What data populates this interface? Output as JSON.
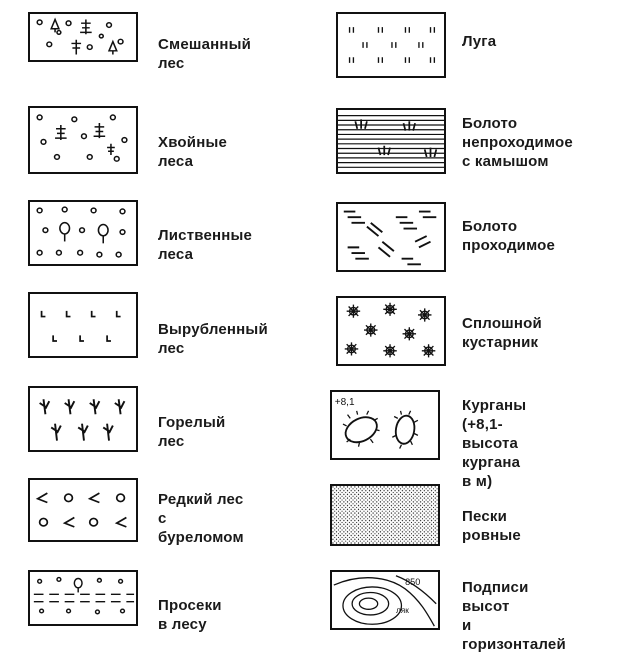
{
  "left": [
    {
      "key": "mixed",
      "label": "Смешанный лес",
      "icon": "mixed-forest-symbol"
    },
    {
      "key": "conifer",
      "label": "Хвойные леса",
      "icon": "coniferous-forest-symbol"
    },
    {
      "key": "deciduous",
      "label": "Лиственные леса",
      "icon": "deciduous-forest-symbol"
    },
    {
      "key": "cut",
      "label": "Вырубленный лес",
      "icon": "cut-forest-symbol"
    },
    {
      "key": "burnt",
      "label": "Горелый лес",
      "icon": "burnt-forest-symbol"
    },
    {
      "key": "sparse",
      "label": "Редкий лес\nс буреломом",
      "icon": "sparse-forest-windfall-symbol"
    },
    {
      "key": "clearing",
      "label": "Просеки в лесу",
      "icon": "forest-clearing-symbol"
    }
  ],
  "right": [
    {
      "key": "meadow",
      "label": "Луга",
      "icon": "meadow-symbol"
    },
    {
      "key": "swamp-impassable",
      "label": "Болото\nнепроходимое\nс камышом",
      "icon": "impassable-swamp-symbol"
    },
    {
      "key": "swamp-passable",
      "label": "Болото\nпроходимое",
      "icon": "passable-swamp-symbol"
    },
    {
      "key": "shrub",
      "label": "Сплошной\nкустарник",
      "icon": "continuous-shrub-symbol"
    },
    {
      "key": "mounds",
      "label": "Курганы\n(+8,1-высота\nкургана в м)",
      "icon": "burial-mounds-symbol",
      "mark": "+8,1"
    },
    {
      "key": "sand",
      "label": "Пески ровные",
      "icon": "flat-sands-symbol"
    },
    {
      "key": "contours",
      "label": "Подписи высот\nи горизонталей",
      "icon": "contour-lines-symbol",
      "mark_top": "850",
      "mark_mid": "ляк"
    }
  ]
}
